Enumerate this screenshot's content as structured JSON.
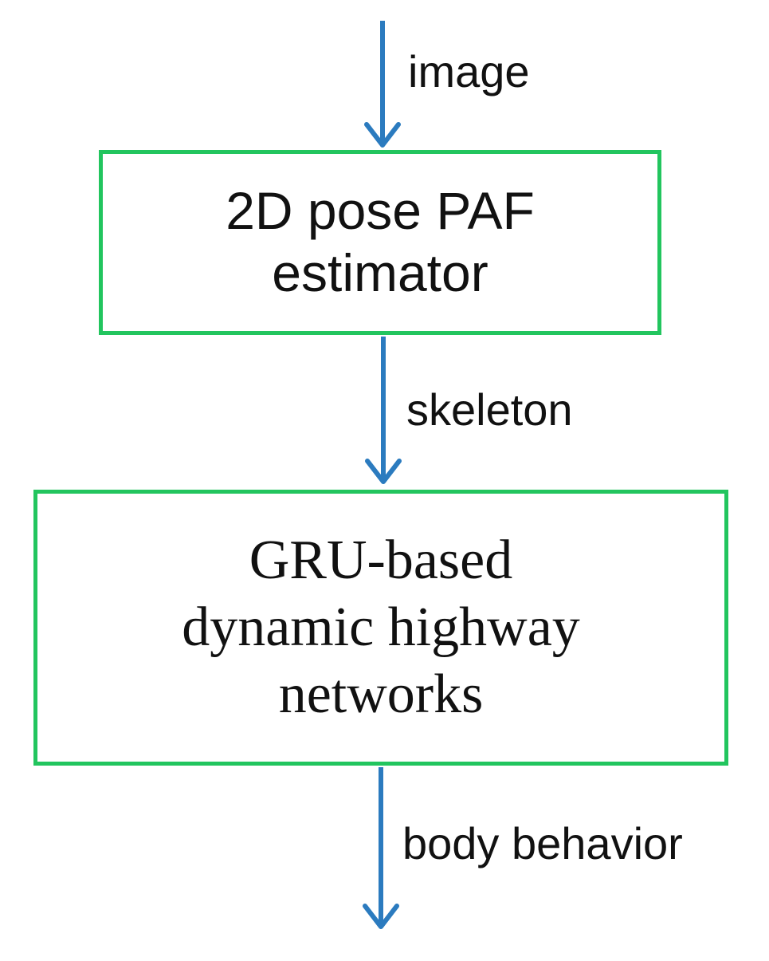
{
  "colors": {
    "box_border": "#22c55e",
    "arrow": "#2b7bbf",
    "text": "#111111"
  },
  "edges": {
    "input": {
      "label": "image"
    },
    "middle": {
      "label": "skeleton"
    },
    "output": {
      "label": "body behavior"
    }
  },
  "nodes": {
    "pose_estimator": {
      "lines": [
        "2D pose PAF",
        "estimator"
      ]
    },
    "gru_network": {
      "lines": [
        "GRU-based",
        "dynamic highway",
        "networks"
      ]
    }
  }
}
